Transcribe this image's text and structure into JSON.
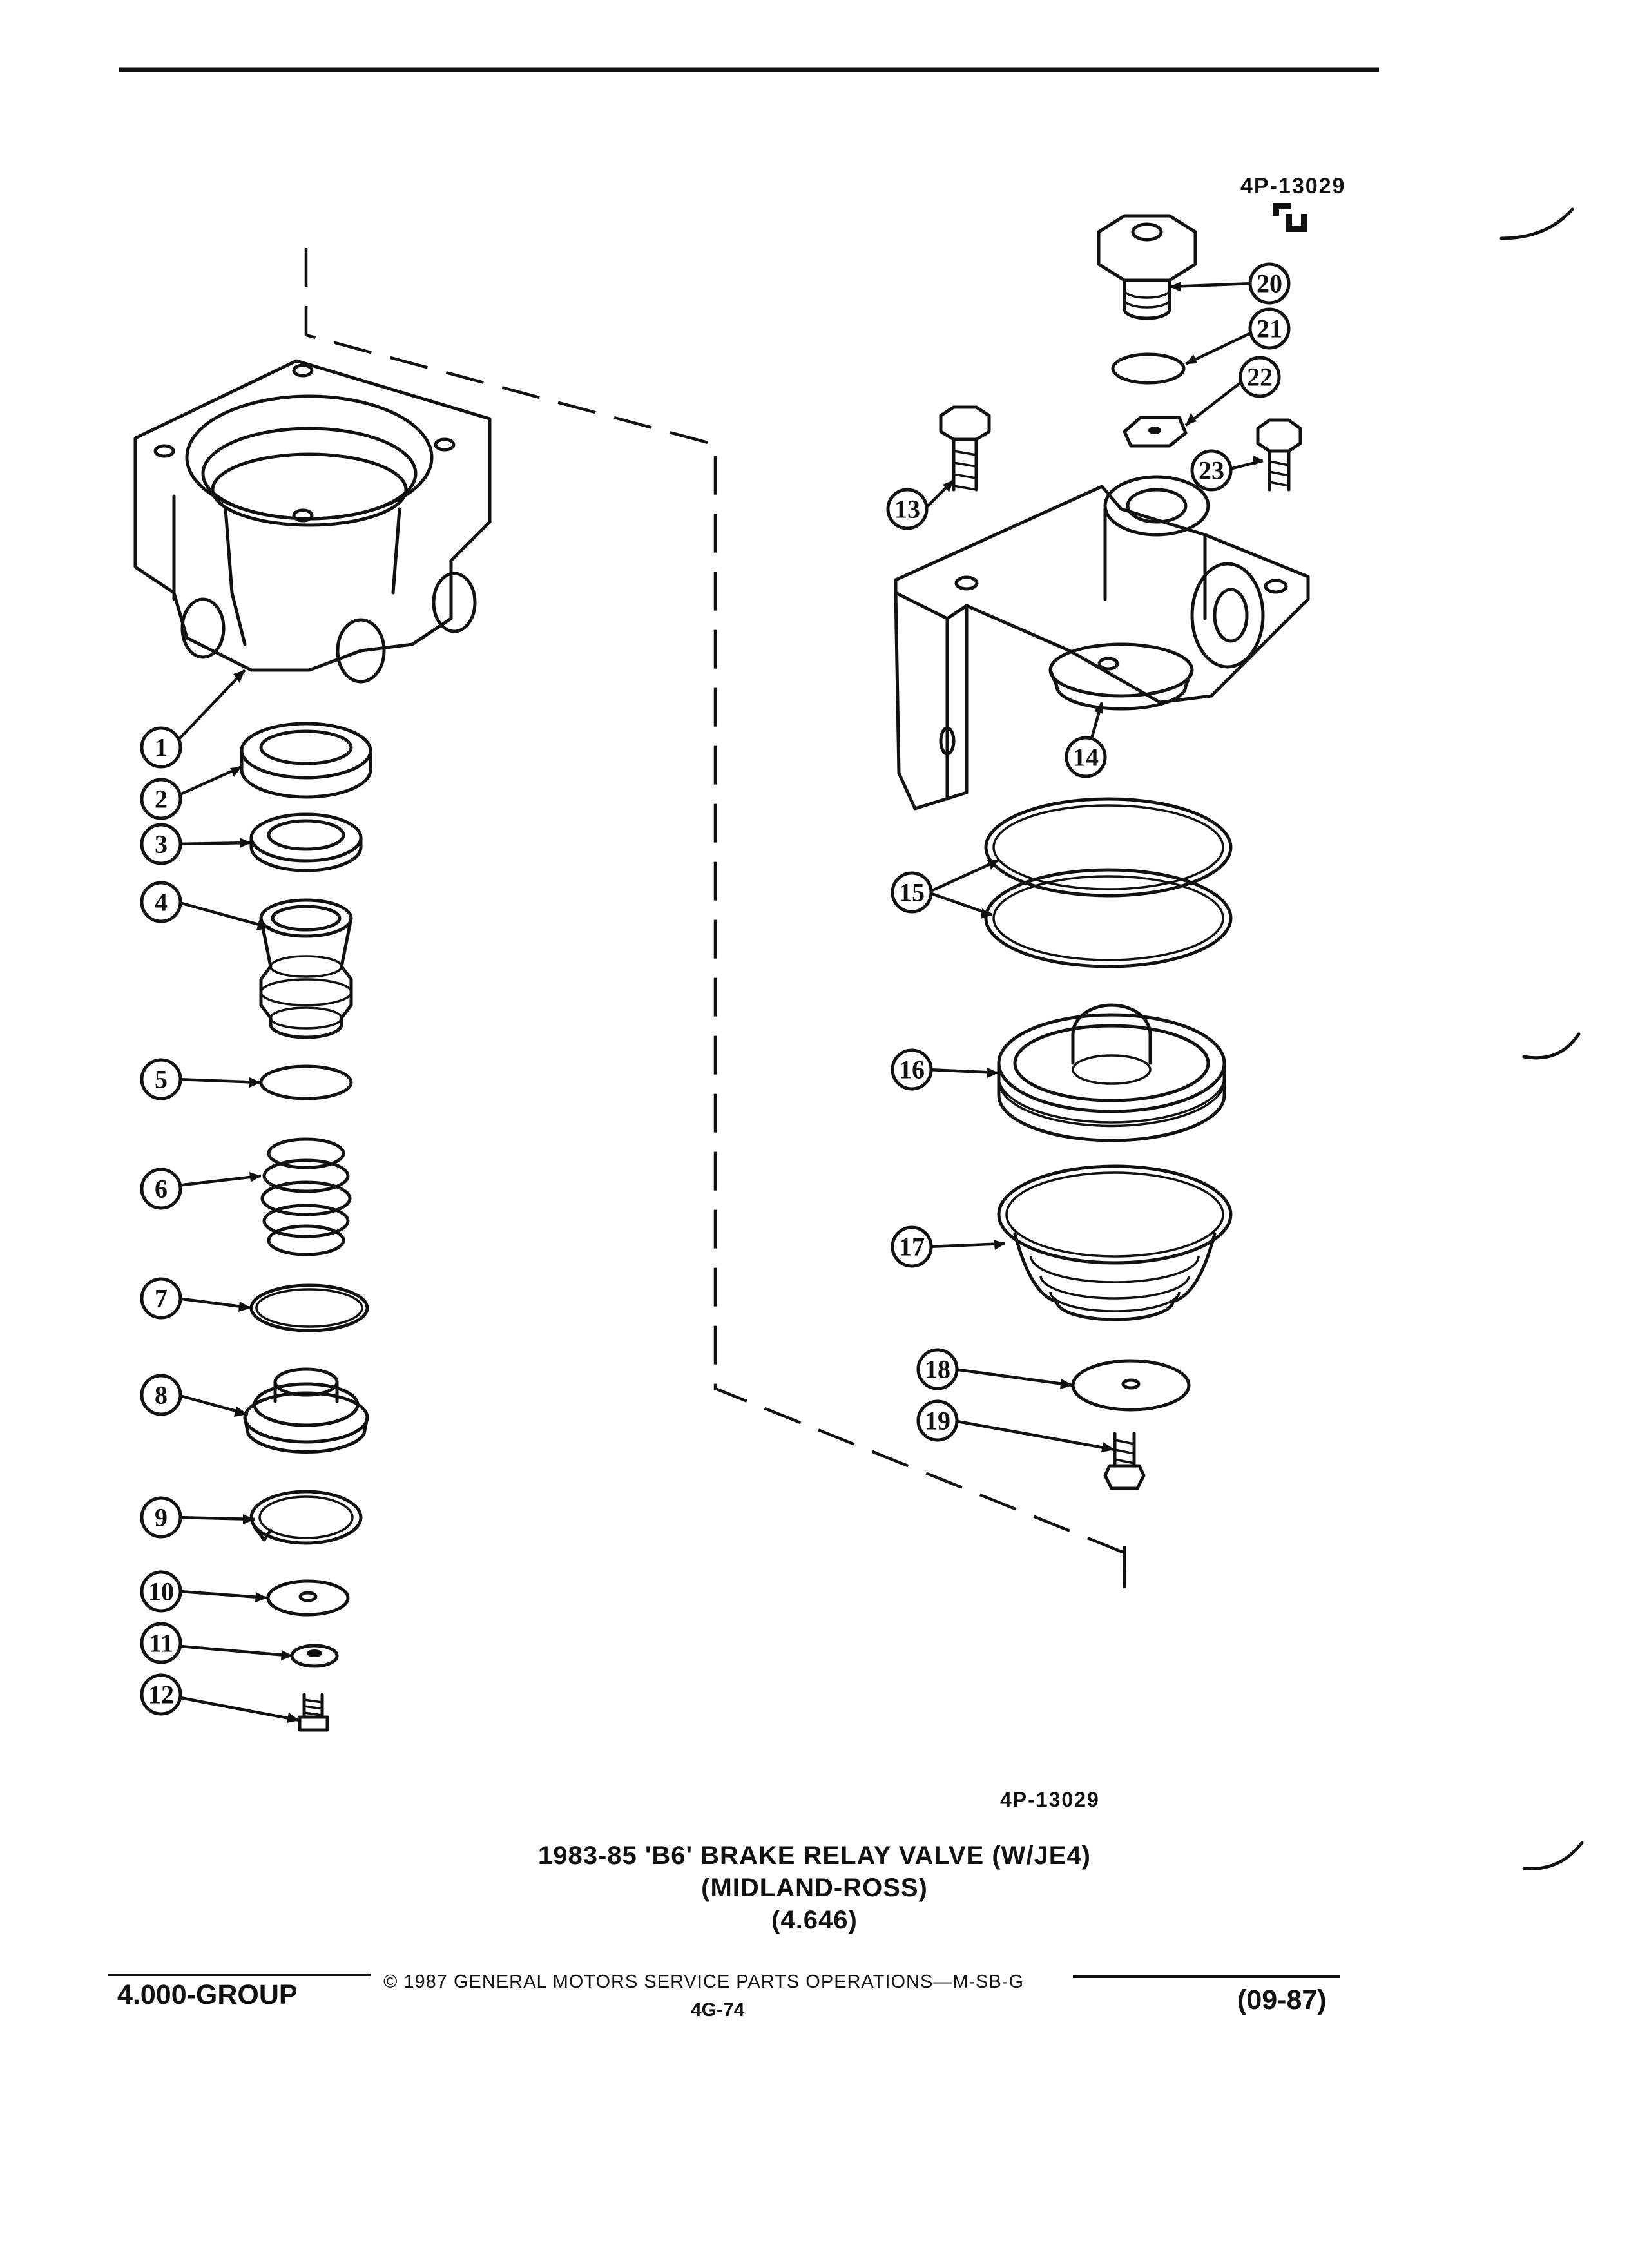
{
  "figure": {
    "ref_number_top": "4P-13029",
    "ref_number_bottom": "4P-13029",
    "symbol_icon": "gm-service-parts-logo-icon"
  },
  "title": {
    "line1": "1983-85 'B6' BRAKE RELAY VALVE (W/JE4)",
    "line2": "(MIDLAND-ROSS)",
    "line3": "(4.646)"
  },
  "footer": {
    "copyright": "© 1987 GENERAL MOTORS SERVICE PARTS OPERATIONS—M-SB-G",
    "group": "4.000-GROUP",
    "page": "4G-74",
    "date": "(09-87)"
  },
  "callouts": [
    {
      "id": "1",
      "label": "1"
    },
    {
      "id": "2",
      "label": "2"
    },
    {
      "id": "3",
      "label": "3"
    },
    {
      "id": "4",
      "label": "4"
    },
    {
      "id": "5",
      "label": "5"
    },
    {
      "id": "6",
      "label": "6"
    },
    {
      "id": "7",
      "label": "7"
    },
    {
      "id": "8",
      "label": "8"
    },
    {
      "id": "9",
      "label": "9"
    },
    {
      "id": "10",
      "label": "10"
    },
    {
      "id": "11",
      "label": "11"
    },
    {
      "id": "12",
      "label": "12"
    },
    {
      "id": "13",
      "label": "13"
    },
    {
      "id": "14",
      "label": "14"
    },
    {
      "id": "15",
      "label": "15"
    },
    {
      "id": "16",
      "label": "16"
    },
    {
      "id": "17",
      "label": "17"
    },
    {
      "id": "18",
      "label": "18"
    },
    {
      "id": "19",
      "label": "19"
    },
    {
      "id": "20",
      "label": "20"
    },
    {
      "id": "21",
      "label": "21"
    },
    {
      "id": "22",
      "label": "22"
    },
    {
      "id": "23",
      "label": "23"
    }
  ]
}
